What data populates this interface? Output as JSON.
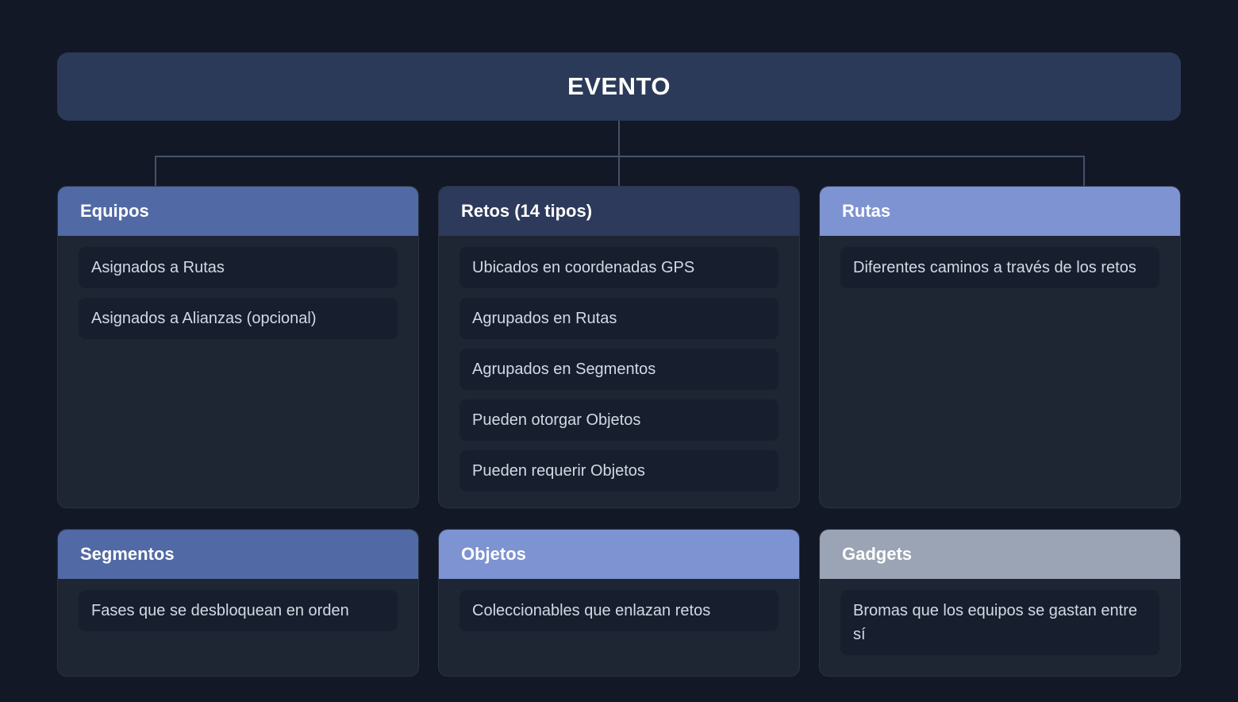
{
  "root": {
    "title": "EVENTO"
  },
  "cards": [
    {
      "id": "equipos",
      "title": "Equipos",
      "accent": "#5169a4",
      "accent_class": "hdr-mid",
      "row": 1,
      "items": [
        "Asignados a Rutas",
        "Asignados a Alianzas (opcional)"
      ]
    },
    {
      "id": "retos",
      "title": "Retos (14 tipos)",
      "accent": "#2d3a5b",
      "accent_class": "hdr-dark",
      "row": 1,
      "items": [
        "Ubicados en coordenadas GPS",
        "Agrupados en Rutas",
        "Agrupados en Segmentos",
        "Pueden otorgar Objetos",
        "Pueden requerir Objetos"
      ]
    },
    {
      "id": "rutas",
      "title": "Rutas",
      "accent": "#7d93d2",
      "accent_class": "hdr-light",
      "row": 1,
      "items": [
        "Diferentes caminos a través de los retos"
      ]
    },
    {
      "id": "segmentos",
      "title": "Segmentos",
      "accent": "#5169a4",
      "accent_class": "hdr-mid",
      "row": 2,
      "items": [
        "Fases que se desbloquean en orden"
      ]
    },
    {
      "id": "objetos",
      "title": "Objetos",
      "accent": "#7d93d2",
      "accent_class": "hdr-light",
      "row": 2,
      "items": [
        "Coleccionables que enlazan retos"
      ]
    },
    {
      "id": "gadgets",
      "title": "Gadgets",
      "accent": "#9ba4b4",
      "accent_class": "hdr-gray",
      "row": 2,
      "items": [
        "Bromas que los equipos se gastan entre sí"
      ]
    }
  ],
  "theme": {
    "page_background": "#131827",
    "card_background": "#1e2533",
    "item_background": "#171e2d",
    "connector_color": "#46526b",
    "root_background": "#2b3a59",
    "title_text": "#ffffff",
    "item_text": "#d3d9e4"
  }
}
